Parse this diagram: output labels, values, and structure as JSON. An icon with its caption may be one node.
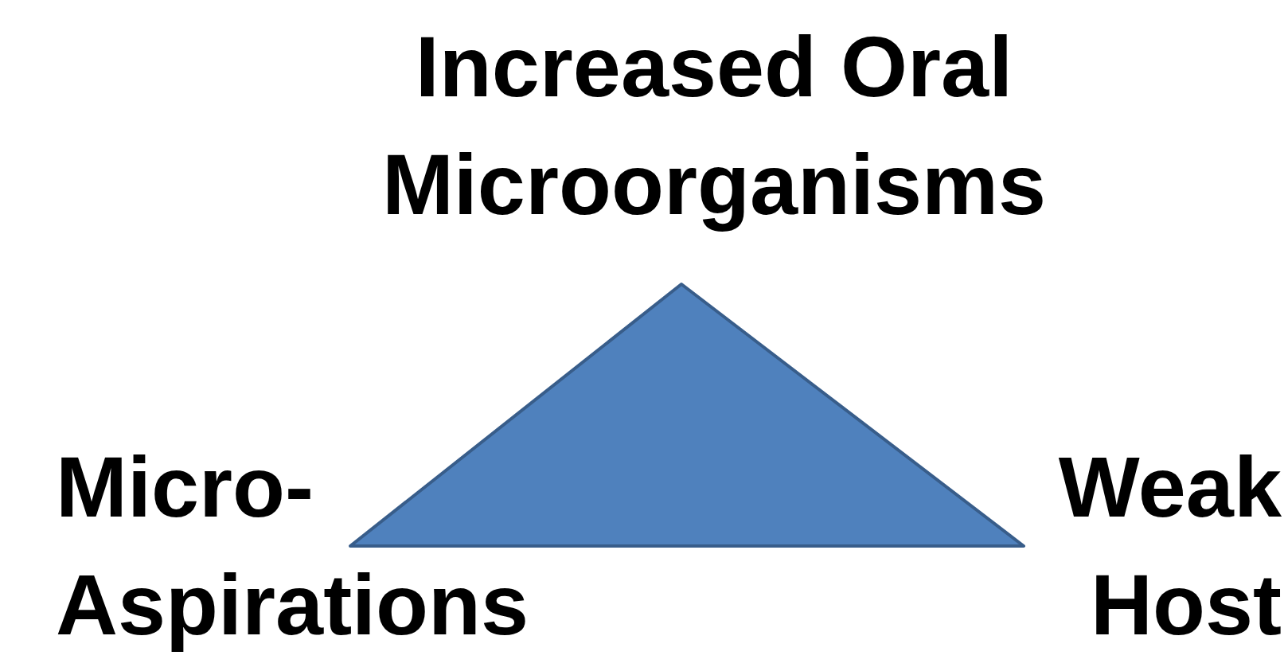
{
  "diagram": {
    "nodes": [
      {
        "text": [],
        "shape": "triangle"
      }
    ],
    "labels": [
      "Increased Oral Microorganisms",
      "Micro- Aspirations",
      "Weak Host"
    ]
  }
}
